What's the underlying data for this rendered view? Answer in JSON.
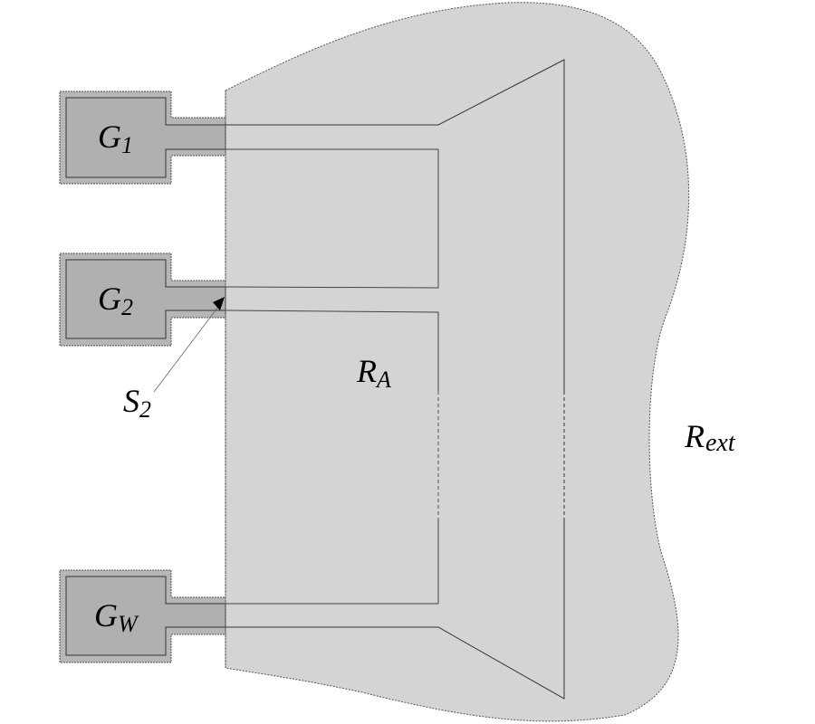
{
  "figure": {
    "colors": {
      "background": "#ffffff",
      "region_fill": "#d4d4d4",
      "gadget_outer_fill": "#b4b4b4",
      "gadget_inner_fill": "#b0b0b0",
      "line": "#333333",
      "dashed_border": "#555555"
    },
    "gadgets": [
      {
        "id": "G1",
        "label_main": "G",
        "label_sub": "1",
        "sub_italic": false
      },
      {
        "id": "G2",
        "label_main": "G",
        "label_sub": "2",
        "sub_italic": false
      },
      {
        "id": "GW",
        "label_main": "G",
        "label_sub": "W",
        "sub_italic": true
      }
    ],
    "regions": {
      "inner": {
        "label_main": "R",
        "label_sub": "A"
      },
      "exterior": {
        "label_main": "R",
        "label_sub": "ext"
      }
    },
    "annotation": {
      "label_main": "S",
      "label_sub": "2",
      "points_to": "G2 stub"
    }
  }
}
